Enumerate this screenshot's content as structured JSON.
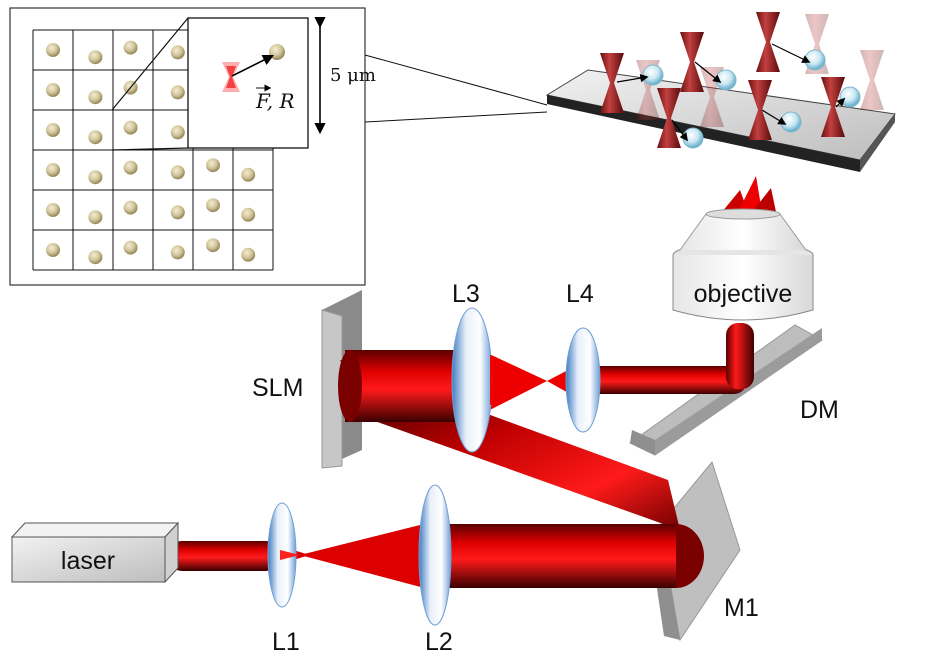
{
  "labels": {
    "laser": "laser",
    "l1": "L1",
    "l2": "L2",
    "l3": "L3",
    "l4": "L4",
    "slm": "SLM",
    "dm": "DM",
    "m1": "M1",
    "objective": "objective"
  },
  "inset": {
    "scale_text": "5 μm",
    "force_symbol": "F",
    "force_label_suffix": ", R",
    "grid_rows": 6,
    "grid_cols": 6
  },
  "colors": {
    "beam": "#cc0000",
    "beam_dark": "#500000",
    "lens": "#4f86c6",
    "mirror": "#a9a9a9",
    "bead": "#cfc49a",
    "trap": "#8b1a1a",
    "particle": "#a9d6e8"
  }
}
